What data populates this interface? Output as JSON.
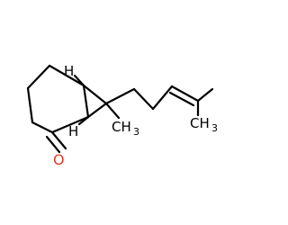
{
  "molecule": {
    "atoms": {
      "h_top": "H",
      "h_bottom": "H",
      "methyl_c": "CH",
      "methyl_sub": "3",
      "ch3_end_c": "CH",
      "ch3_end_sub": "3",
      "oxygen": "O"
    },
    "colors": {
      "bond": "#000000",
      "oxygen": "#e03c28",
      "text": "#000000"
    }
  }
}
